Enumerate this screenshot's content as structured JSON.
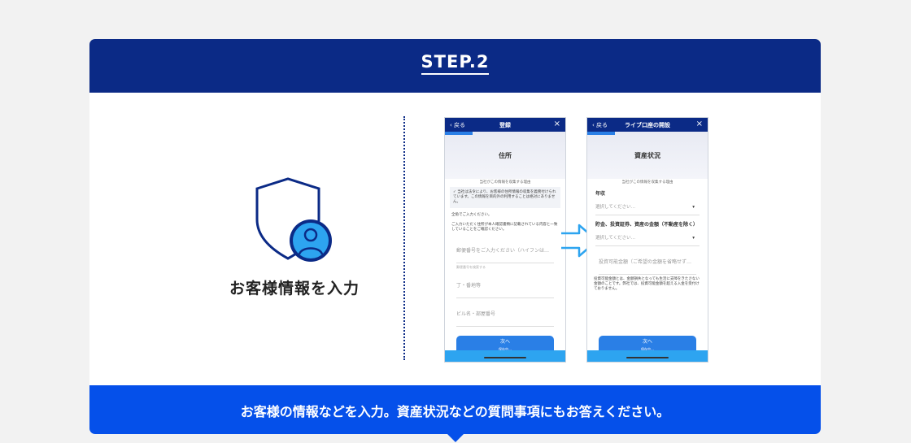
{
  "header": {
    "step_label": "STEP.2"
  },
  "feature": {
    "label": "お客様情報を入力",
    "icon": "shield-user-icon"
  },
  "footer": {
    "text": "お客様の情報などを入力。資産状況などの質問事項にもお答えください。"
  },
  "colors": {
    "navy": "#0b2a86",
    "blue": "#0550ea",
    "accent": "#2a7fe6",
    "light_blue": "#2da4f0",
    "background": "#f2f2f2"
  },
  "phone1": {
    "back": "戻る",
    "title": "登録",
    "banner_title": "住所",
    "note": "当社がこの情報を収集する理由",
    "check_text": "当社は法令により、お客様の住所情報の収集を義務付けられています。この情報を目的外の利用することは絶対にありません。",
    "text1": "全角でご入力ください。",
    "text2": "ご入力いただく住所が本人確認書類に記載されている内容と一致していることをご確認ください。",
    "field1_placeholder": "郵便番号をご入力ください（ハイフンは…",
    "field1_sub": "郵便番号を検索する",
    "field2_placeholder": "丁・番地等",
    "field3_placeholder": "ビル名・部屋番号",
    "button": "次へ",
    "button_sub": "保存中…"
  },
  "phone2": {
    "back": "戻る",
    "title": "ライブ口座の開設",
    "banner_title": "資産状況",
    "note": "当社がこの情報を収集する理由",
    "label1": "年収",
    "select1": "選択してください…",
    "label2": "貯金、投資証券、資産の金額（不動産を除く）",
    "select2": "選択してください…",
    "field_placeholder": "投資可能金額（ご希望の金額を省略せず…",
    "text": "投資可能金額とは、金額損失となっても生活に支障をきたさない金額のことです。弊社では、投資可能金額を超える入金を受付けておりません。",
    "button": "次へ",
    "button_sub": "保存中…"
  }
}
